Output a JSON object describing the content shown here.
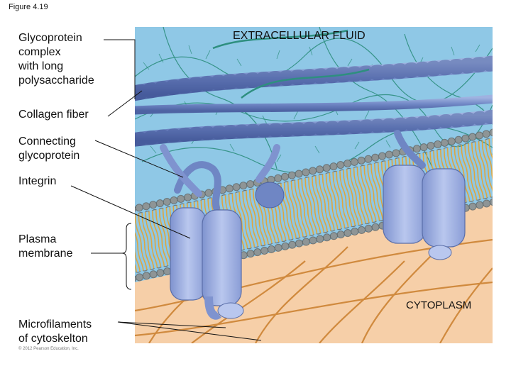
{
  "figure": {
    "number": "Figure 4.19",
    "copyright": "© 2012 Pearson Education, Inc."
  },
  "regions": {
    "extracellular": "EXTRACELLULAR FLUID",
    "cytoplasm": "CYTOPLASM"
  },
  "labels": {
    "glycoprotein_complex": "Glycoprotein\ncomplex\nwith long\npolysaccharide",
    "collagen_fiber": "Collagen fiber",
    "connecting_glycoprotein": "Connecting\nglycoprotein",
    "integrin": "Integrin",
    "plasma_membrane": "Plasma\nmembrane",
    "microfilaments": "Microfilaments\nof cytoskelton"
  },
  "colors": {
    "fluid": "#8fc8e6",
    "cytoplasm": "#f6cfa8",
    "collagen": "#6f86c4",
    "proteoglycan": "#2e8f7f",
    "phospholipid_head": "#8e9596",
    "phospholipid_tail": "#e0a53a",
    "integrin": "#a9b9e6",
    "microfilament": "#d08a3e"
  }
}
